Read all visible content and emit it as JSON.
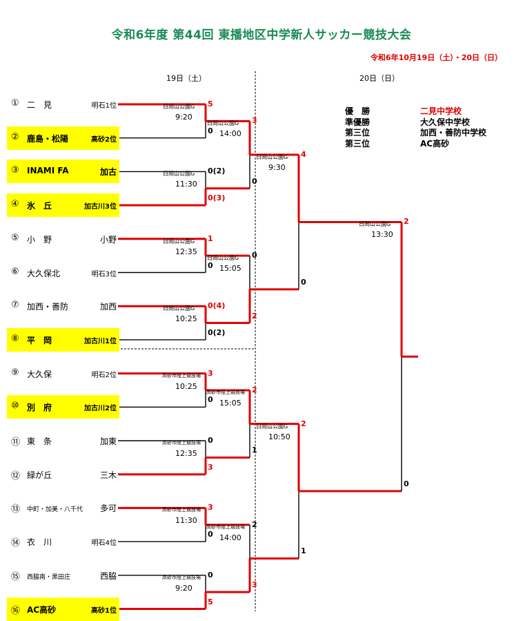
{
  "title": "令和6年度  第44回  東播地区中学新人サッカー競技大会",
  "dates": "令和6年10月19日（土）・20日（日）",
  "day1": "19日（土）",
  "day2": "20日（日）",
  "results": [
    {
      "label": "優　勝",
      "value": "二見中学校",
      "color": "#e00000"
    },
    {
      "label": "準優勝",
      "value": "大久保中学校",
      "color": "#000000"
    },
    {
      "label": "第三位",
      "value": "加西・善防中学校",
      "color": "#000000"
    },
    {
      "label": "第三位",
      "value": "AC高砂",
      "color": "#000000"
    }
  ],
  "teams": [
    {
      "num": "①",
      "name": "二　見",
      "rank": "明石1位",
      "highlight": false
    },
    {
      "num": "②",
      "name": "鹿島・松陽",
      "rank": "高砂2位",
      "highlight": true
    },
    {
      "num": "③",
      "name": "INAMI FA",
      "rank": "加古",
      "highlight": true
    },
    {
      "num": "④",
      "name": "氷　丘",
      "rank": "加古川3位",
      "highlight": true
    },
    {
      "num": "⑤",
      "name": "小　野",
      "rank": "小野",
      "highlight": false
    },
    {
      "num": "⑥",
      "name": "大久保北",
      "rank": "明石3位",
      "highlight": false
    },
    {
      "num": "⑦",
      "name": "加西・善防",
      "rank": "加西",
      "highlight": false
    },
    {
      "num": "⑧",
      "name": "平　岡",
      "rank": "加古川1位",
      "highlight": true
    },
    {
      "num": "⑨",
      "name": "大久保",
      "rank": "明石2位",
      "highlight": false
    },
    {
      "num": "⑩",
      "name": "別　府",
      "rank": "加古川2位",
      "highlight": true
    },
    {
      "num": "⑪",
      "name": "東　条",
      "rank": "加東",
      "highlight": false
    },
    {
      "num": "⑫",
      "name": "緑が丘",
      "rank": "三木",
      "highlight": false
    },
    {
      "num": "⑬",
      "name": "中町・加美・八千代",
      "rank": "多可",
      "highlight": false
    },
    {
      "num": "⑭",
      "name": "衣　川",
      "rank": "明石4位",
      "highlight": false
    },
    {
      "num": "⑮",
      "name": "西脇南・黒田庄",
      "rank": "西脇",
      "highlight": false
    },
    {
      "num": "⑯",
      "name": "AC高砂",
      "rank": "高砂1位",
      "highlight": true
    }
  ],
  "round1": [
    {
      "venue": "日岡山公園G",
      "time": "9:20",
      "s1": "5",
      "s2": "0",
      "winner": 1
    },
    {
      "venue": "日岡山公園G",
      "time": "11:30",
      "s1": "0(2)",
      "s2": "0(3)",
      "winner": 2
    },
    {
      "venue": "日岡山公園G",
      "time": "12:35",
      "s1": "1",
      "s2": "0",
      "winner": 1
    },
    {
      "venue": "日岡山公園G",
      "time": "10:25",
      "s1": "0(4)",
      "s2": "0(2)",
      "winner": 1
    },
    {
      "venue": "高砂市陸上競技場",
      "time": "10:25",
      "s1": "3",
      "s2": "0",
      "winner": 1
    },
    {
      "venue": "高砂市陸上競技場",
      "time": "12:35",
      "s1": "0",
      "s2": "3",
      "winner": 2
    },
    {
      "venue": "高砂市陸上競技場",
      "time": "11:30",
      "s1": "3",
      "s2": "0",
      "winner": 1
    },
    {
      "venue": "高砂市陸上競技場",
      "time": "9:20",
      "s1": "0",
      "s2": "5",
      "winner": 2
    }
  ],
  "round2": [
    {
      "venue": "日岡山公園G",
      "time": "14:00",
      "s1": "3",
      "s2": "0",
      "winner": 1
    },
    {
      "venue": "日岡山公園G",
      "time": "15:05",
      "s1": "0",
      "s2": "2",
      "winner": 2
    },
    {
      "venue": "高砂市陸上競技場",
      "time": "15:05",
      "s1": "2",
      "s2": "1",
      "winner": 1
    },
    {
      "venue": "高砂市陸上競技場",
      "time": "14:00",
      "s1": "2",
      "s2": "3",
      "winner": 2
    }
  ],
  "semis": [
    {
      "venue": "日岡山公園G",
      "time": "9:30",
      "s1": "4",
      "s2": "0",
      "winner": 1
    },
    {
      "venue": "日岡山公園G",
      "time": "10:50",
      "s1": "2",
      "s2": "1",
      "winner": 1
    }
  ],
  "final": {
    "venue": "日岡山公園G",
    "time": "13:30",
    "s1": "2",
    "s2": "0",
    "winner": 1
  }
}
